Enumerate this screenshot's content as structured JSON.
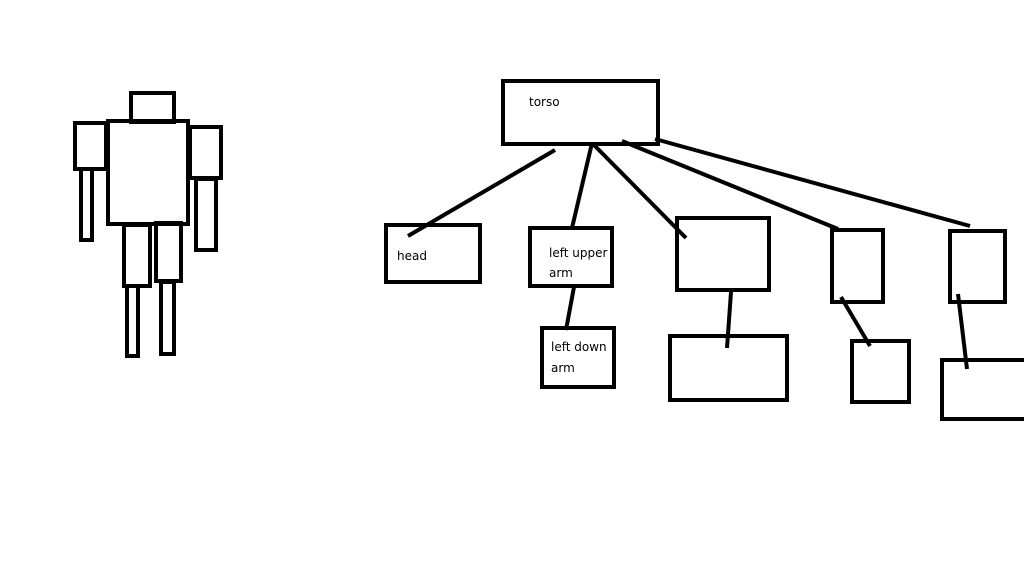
{
  "nodes": {
    "torso": "torso",
    "head": "head",
    "left_upper_arm": [
      "left upper",
      "arm"
    ],
    "left_down_arm": [
      "left down",
      "arm"
    ]
  }
}
